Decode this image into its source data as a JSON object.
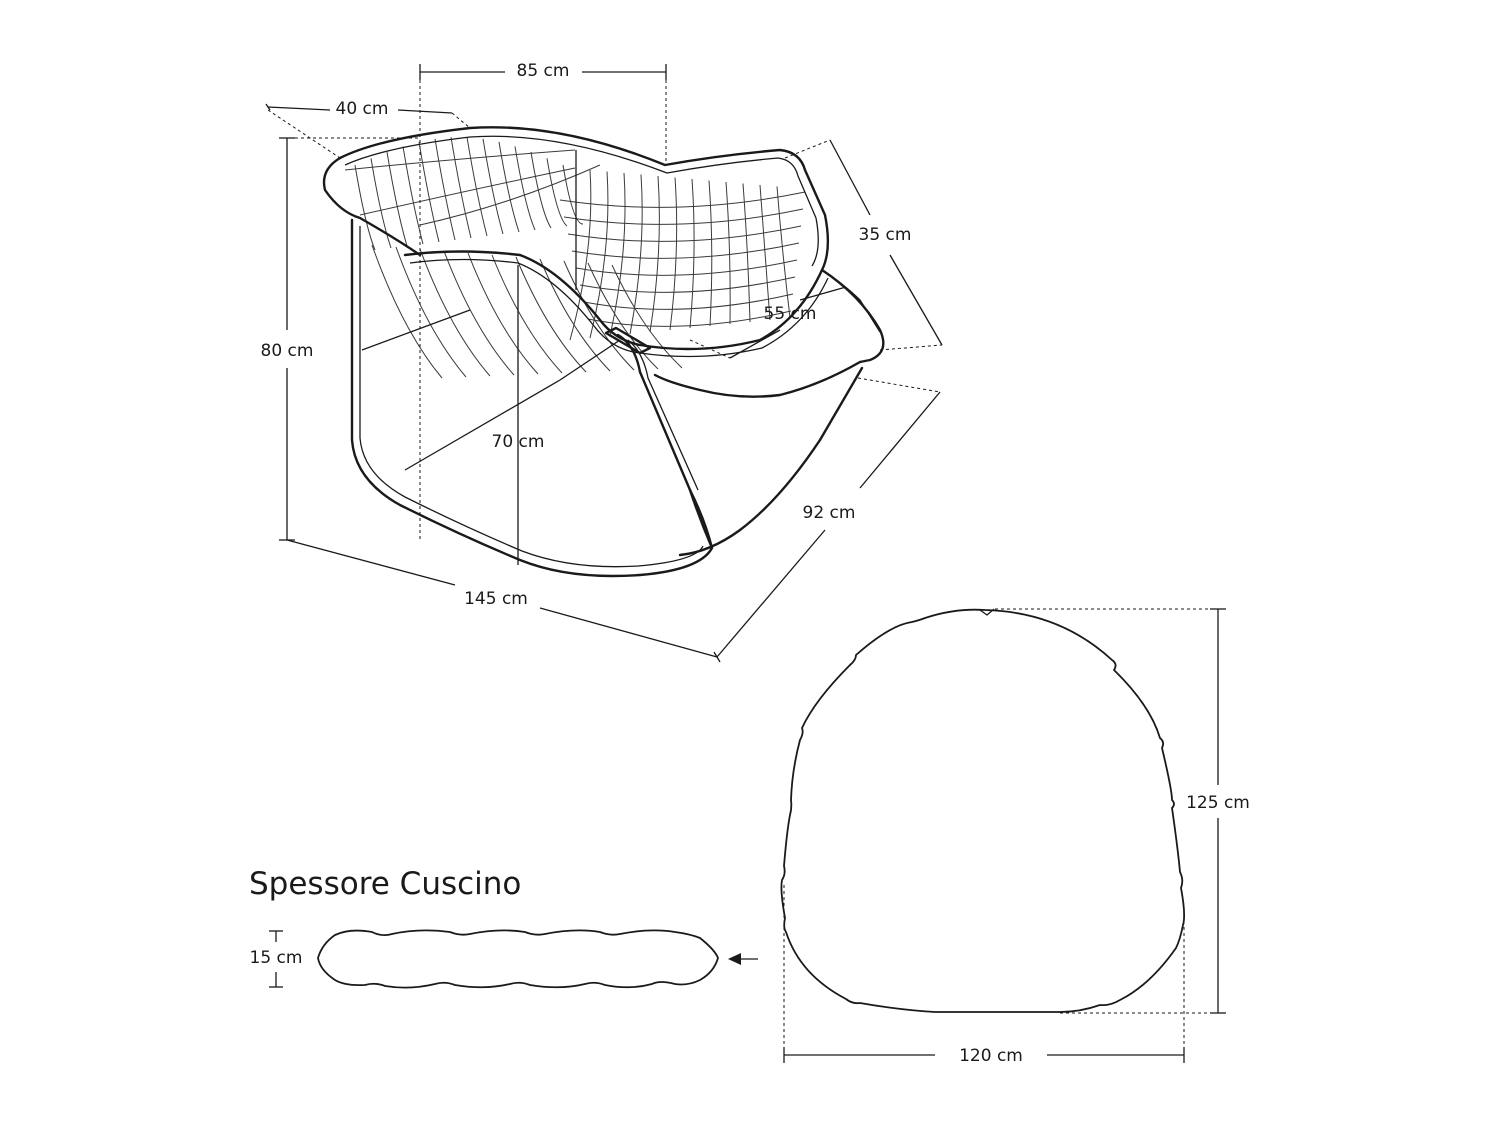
{
  "dimensions": {
    "top_width": "85 cm",
    "back_depth": "40 cm",
    "total_height": "80 cm",
    "seat_height": "70 cm",
    "armrest_height": "35 cm",
    "seat_depth": "55 cm",
    "total_depth": "92 cm",
    "total_width": "145 cm"
  },
  "cushion": {
    "section_title": "Spessore Cuscino",
    "thickness": "15 cm",
    "height": "125 cm",
    "width": "120 cm"
  },
  "colors": {
    "line": "#1a1a1a",
    "background": "#ffffff"
  }
}
